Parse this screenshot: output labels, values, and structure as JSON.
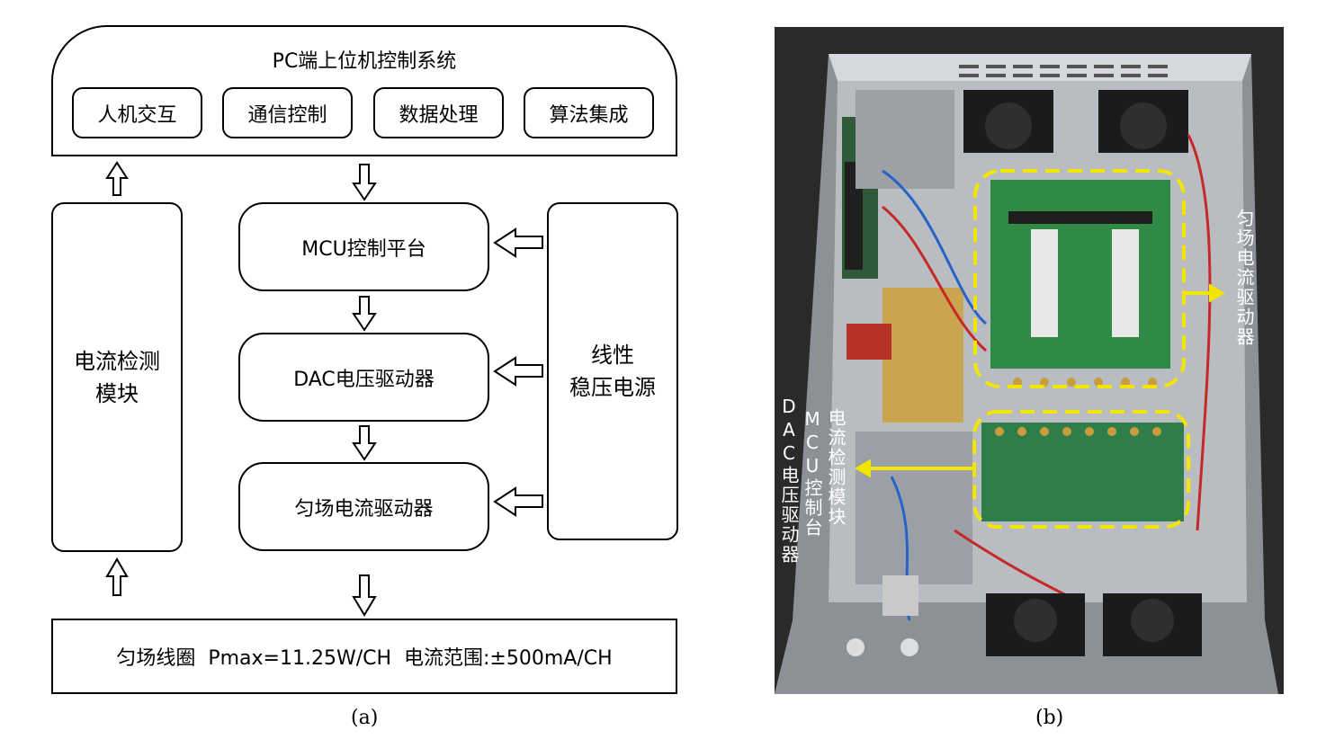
{
  "panel_a": {
    "top_system": {
      "title": "PC端上位机控制系统",
      "modules": [
        "人机交互",
        "通信控制",
        "数据处理",
        "算法集成"
      ]
    },
    "current_detect": {
      "line1": "电流检测",
      "line2": "模块"
    },
    "mcu": "MCU控制平台",
    "dac": "DAC电压驱动器",
    "shim_driver": "匀场电流驱动器",
    "power": {
      "line1": "线性",
      "line2": "稳压电源"
    },
    "coil": "匀场线圈  Pmax=11.25W/CH  电流范围:±500mA/CH",
    "caption": "(a)"
  },
  "panel_b": {
    "label_right": "匀场电流驱动器",
    "label_left_1": "电流检测模块",
    "label_left_2": "MCU控制台",
    "label_left_3": "DAC电压驱动器",
    "caption": "(b)",
    "highlight_color": "#f2e500"
  }
}
